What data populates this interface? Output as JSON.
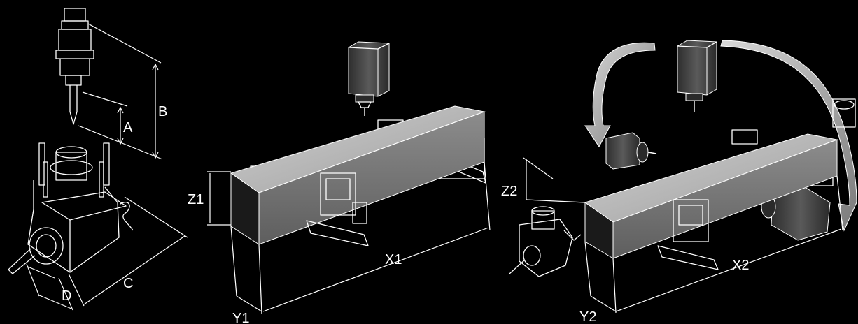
{
  "labels": {
    "a": "A",
    "b": "B",
    "c": "C",
    "d": "D",
    "x1": "X1",
    "y1": "Y1",
    "z1": "Z1",
    "x2": "X2",
    "y2": "Y2",
    "z2": "Z2"
  },
  "colors": {
    "background": "#000000",
    "line": "#ffffff",
    "beam_top": "#b5b5b5",
    "beam_side": "#8a8a8a",
    "spindle_dark": "#3a3a3a",
    "arrow_gray": "#9a9a9a"
  },
  "icons": {
    "tool_holder": "angle-head-tool-holder-icon",
    "spindle": "spindle-head-icon",
    "clamp": "fixture-clamp-icon",
    "rotation_arrow": "curved-arrow-icon"
  }
}
